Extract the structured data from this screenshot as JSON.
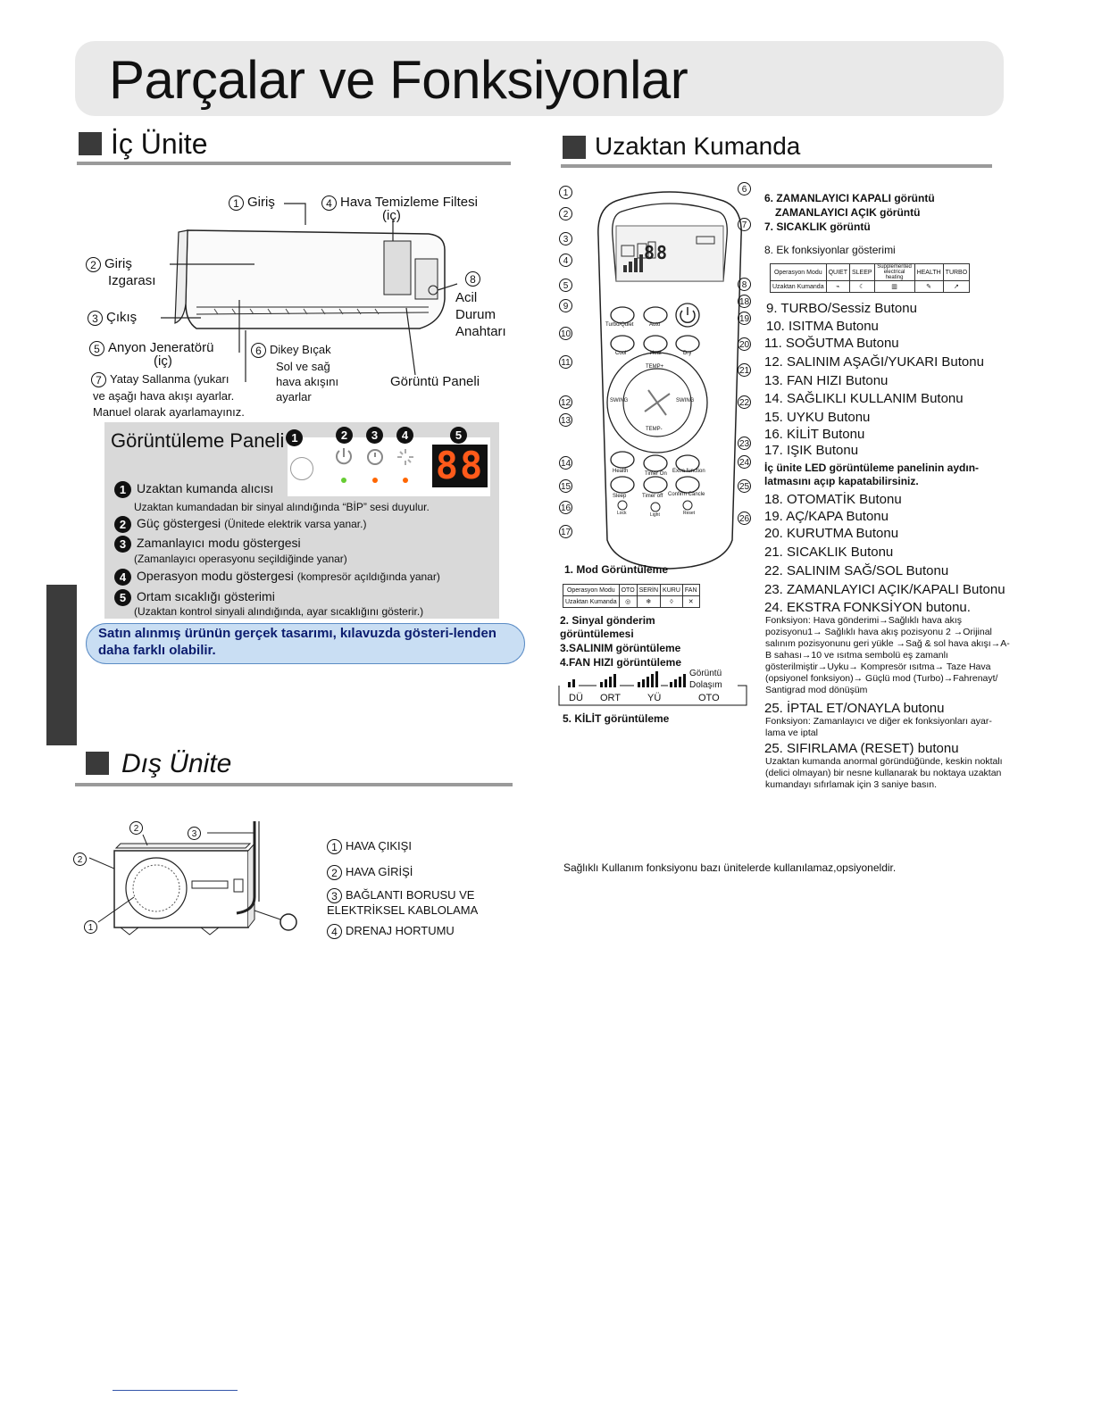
{
  "page": {
    "title": "Parçalar ve Fonksiyonlar"
  },
  "indoor": {
    "heading": "İç Ünite",
    "labels": {
      "giris": "Giriş",
      "filtre": "Hava Temizleme Filtesi",
      "filtre_sub": "(iç)",
      "giris_izgarasi_1": "Giriş",
      "giris_izgarasi_2": "Izgarası",
      "cikis": "Çıkış",
      "anyon_1": "Anyon Jeneratörü",
      "anyon_2": "(iç)",
      "dikey": "Dikey Bıçak",
      "dikey_desc_1": "Sol ve sağ",
      "dikey_desc_2": "hava akışını",
      "dikey_desc_3": "ayarlar",
      "yatay_1": "Yatay Sallanma (yukarı",
      "yatay_2": "ve aşağı hava akışı ayarlar.",
      "yatay_3": "Manuel olarak ayarlamayınız.",
      "acil_1": "Acil",
      "acil_2": "Durum",
      "acil_3": "Anahtarı",
      "goruntu_paneli": "Görüntü Paneli"
    },
    "numbers": [
      "1",
      "2",
      "3",
      "4",
      "5",
      "6",
      "7",
      "8"
    ]
  },
  "display_panel": {
    "title": "Görüntüleme Paneli",
    "digits": "88",
    "items": [
      {
        "num": "1",
        "title": "Uzaktan kumanda alıcısı",
        "desc": "Uzaktan kumandadan bir sinyal alındığında “BİP” sesi duyulur."
      },
      {
        "num": "2",
        "title": "Güç göstergesi",
        "desc": "(Ünitede elektrik varsa yanar.)"
      },
      {
        "num": "3",
        "title": "Zamanlayıcı modu göstergesi",
        "desc": "(Zamanlayıcı operasyonu seçildiğinde yanar)"
      },
      {
        "num": "4",
        "title": "Operasyon modu göstergesi",
        "desc": "(kompresör açıldığında yanar)"
      },
      {
        "num": "5",
        "title": "Ortam sıcaklığı gösterimi",
        "desc": "(Uzaktan kontrol sinyali alındığında, ayar sıcaklığını gösterir.)"
      }
    ],
    "note": "Satın alınmış ürünün gerçek tasarımı, kılavuzda gösteri-lenden daha farklı olabilir."
  },
  "outdoor": {
    "heading": "Dış Ünite",
    "items": [
      {
        "num": "1",
        "text": "HAVA ÇIKIŞI"
      },
      {
        "num": "2",
        "text": "HAVA GİRİŞİ"
      },
      {
        "num": "3",
        "text": "BAĞLANTI BORUSU VE ELEKTRİKSEL KABLOLAMA"
      },
      {
        "num": "4",
        "text": "DRENAJ HORTUMU"
      }
    ]
  },
  "remote": {
    "heading": "Uzaktan Kumanda",
    "buttons": {
      "turbo": "Turbo/Quiet",
      "auto": "Auto",
      "cool": "Cool",
      "heat": "Heat",
      "dry": "Dry",
      "temp_plus": "TEMP+",
      "temp_minus": "TEMP-",
      "swing_l": "SWING",
      "swing_r": "SWING",
      "health": "Health",
      "timer_on": "Timer On",
      "extra": "Extra function",
      "sleep": "Sleep",
      "timer_off": "Timer off",
      "confirm": "Confirm Cancle",
      "lock": "Lock",
      "light": "Light",
      "reset": "Reset"
    },
    "lcd_digits": "88",
    "desc_top": [
      "6. ZAMANLAYICI KAPALI görüntü",
      "ZAMANLAYICI AÇIK görüntü",
      "7. SICAKLIK görüntü"
    ],
    "extra_title": "8. Ek fonksiyonlar gösterimi",
    "extra_table": {
      "row1": [
        "Operasyon Modu",
        "QUIET",
        "SLEEP",
        "Supplemented electrical heating",
        "HEALTH",
        "TURBO"
      ],
      "row2_label": "Uzaktan Kumanda"
    },
    "list": [
      "9. TURBO/Sessiz Butonu",
      "10. ISITMA Butonu",
      "11. SOĞUTMA Butonu",
      "12. SALINIM AŞAĞI/YUKARI Butonu",
      "13. FAN HIZI Butonu",
      "14. SAĞLIKLI KULLANIM Butonu",
      "15. UYKU Butonu",
      "16. KİLİT Butonu",
      "17. IŞIK Butonu"
    ],
    "led_note": "İç ünite LED görüntüleme panelinin aydın-latmasını açıp kapatabilirsiniz.",
    "list2": [
      "18. OTOMATİK Butonu",
      "19. AÇ/KAPA Butonu",
      "20. KURUTMA Butonu",
      "21. SICAKLIK Butonu",
      "22. SALINIM SAĞ/SOL Butonu",
      "23. ZAMANLAYICI AÇIK/KAPALI Butonu",
      "24. EKSTRA FONKSİYON butonu."
    ],
    "extra_fn_desc": "Fonksiyon: Hava gönderimi→Sağlıklı hava akış pozisyonu1→ Sağlıklı hava akış pozisyonu 2 →Orijinal salınım pozisyonunu geri yükle →Sağ & sol hava akışı→A-B sahası→10 ve ısıtma sembolü eş zamanlı gösterilmiştir→Uyku→ Kompresör ısıtma→ Taze Hava (opsiyonel fonksiyon)→ Güçlü mod (Turbo)→Fahrenayt/ Santigrad mod dönüşüm",
    "iptal_title": "25. İPTAL ET/ONAYLA butonu",
    "iptal_desc": "Fonksiyon: Zamanlayıcı ve diğer ek fonksiyonları ayar-lama ve iptal",
    "reset_title": "25. SIFIRLAMA (RESET) butonu",
    "reset_desc": "Uzaktan kumanda anormal göründüğünde, keskin noktalı (delici olmayan) bir nesne kullanarak bu noktaya uzaktan kumandayı sıfırlamak için 3 saniye basın.",
    "mode_title": "1. Mod Görüntüleme",
    "mode_table": {
      "row1": [
        "Operasyon Modu",
        "OTO",
        "SERİN",
        "KURU",
        "FAN"
      ],
      "row2_label": "Uzaktan Kumanda"
    },
    "signal": "2. Sinyal gönderim görüntülemesi",
    "salinim": "3.SALINIM görüntüleme",
    "fan": "4.FAN HIZI görüntüleme",
    "fan_levels": [
      "DÜ",
      "ORT",
      "YÜ",
      "OTO"
    ],
    "fan_cycle": "Görüntü Dolaşım",
    "kilit": "5. KİLİT görüntüleme",
    "health_note": "Sağlıklı Kullanım fonksiyonu bazı ünitelerde kullanılamaz,opsiyoneldir.",
    "callouts": [
      "1",
      "2",
      "3",
      "4",
      "5",
      "6",
      "7",
      "8",
      "9",
      "10",
      "11",
      "12",
      "13",
      "14",
      "15",
      "16",
      "17",
      "18",
      "19",
      "20",
      "21",
      "22",
      "23",
      "24",
      "25",
      "26"
    ]
  }
}
